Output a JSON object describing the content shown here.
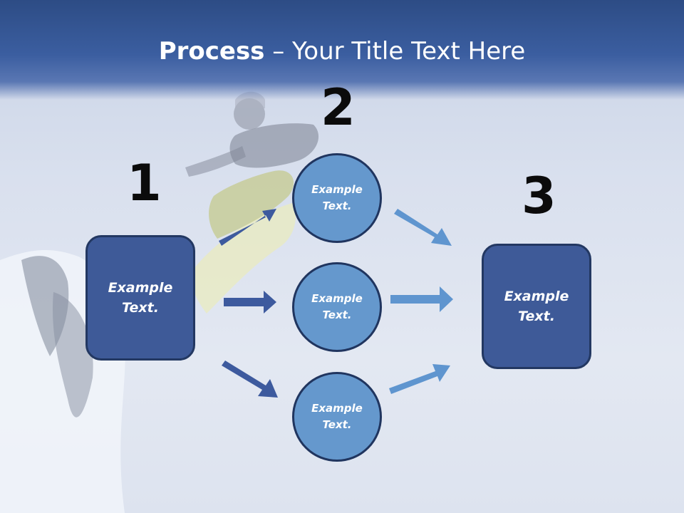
{
  "title": {
    "bold": "Process",
    "rest": " – Your Title Text Here"
  },
  "steps": [
    {
      "number": "1",
      "text_line1": "Example",
      "text_line2": "Text."
    },
    {
      "number": "2"
    },
    {
      "number": "3",
      "text_line1": "Example",
      "text_line2": "Text."
    }
  ],
  "circles": [
    {
      "text_line1": "Example",
      "text_line2": "Text."
    },
    {
      "text_line1": "Example",
      "text_line2": "Text."
    },
    {
      "text_line1": "Example",
      "text_line2": "Text."
    }
  ],
  "colors": {
    "header": "#3b5ea0",
    "box": "#3e5a98",
    "circle": "#6598cd",
    "arrow_dark": "#3d5a9e",
    "arrow_light": "#5f95cf"
  }
}
